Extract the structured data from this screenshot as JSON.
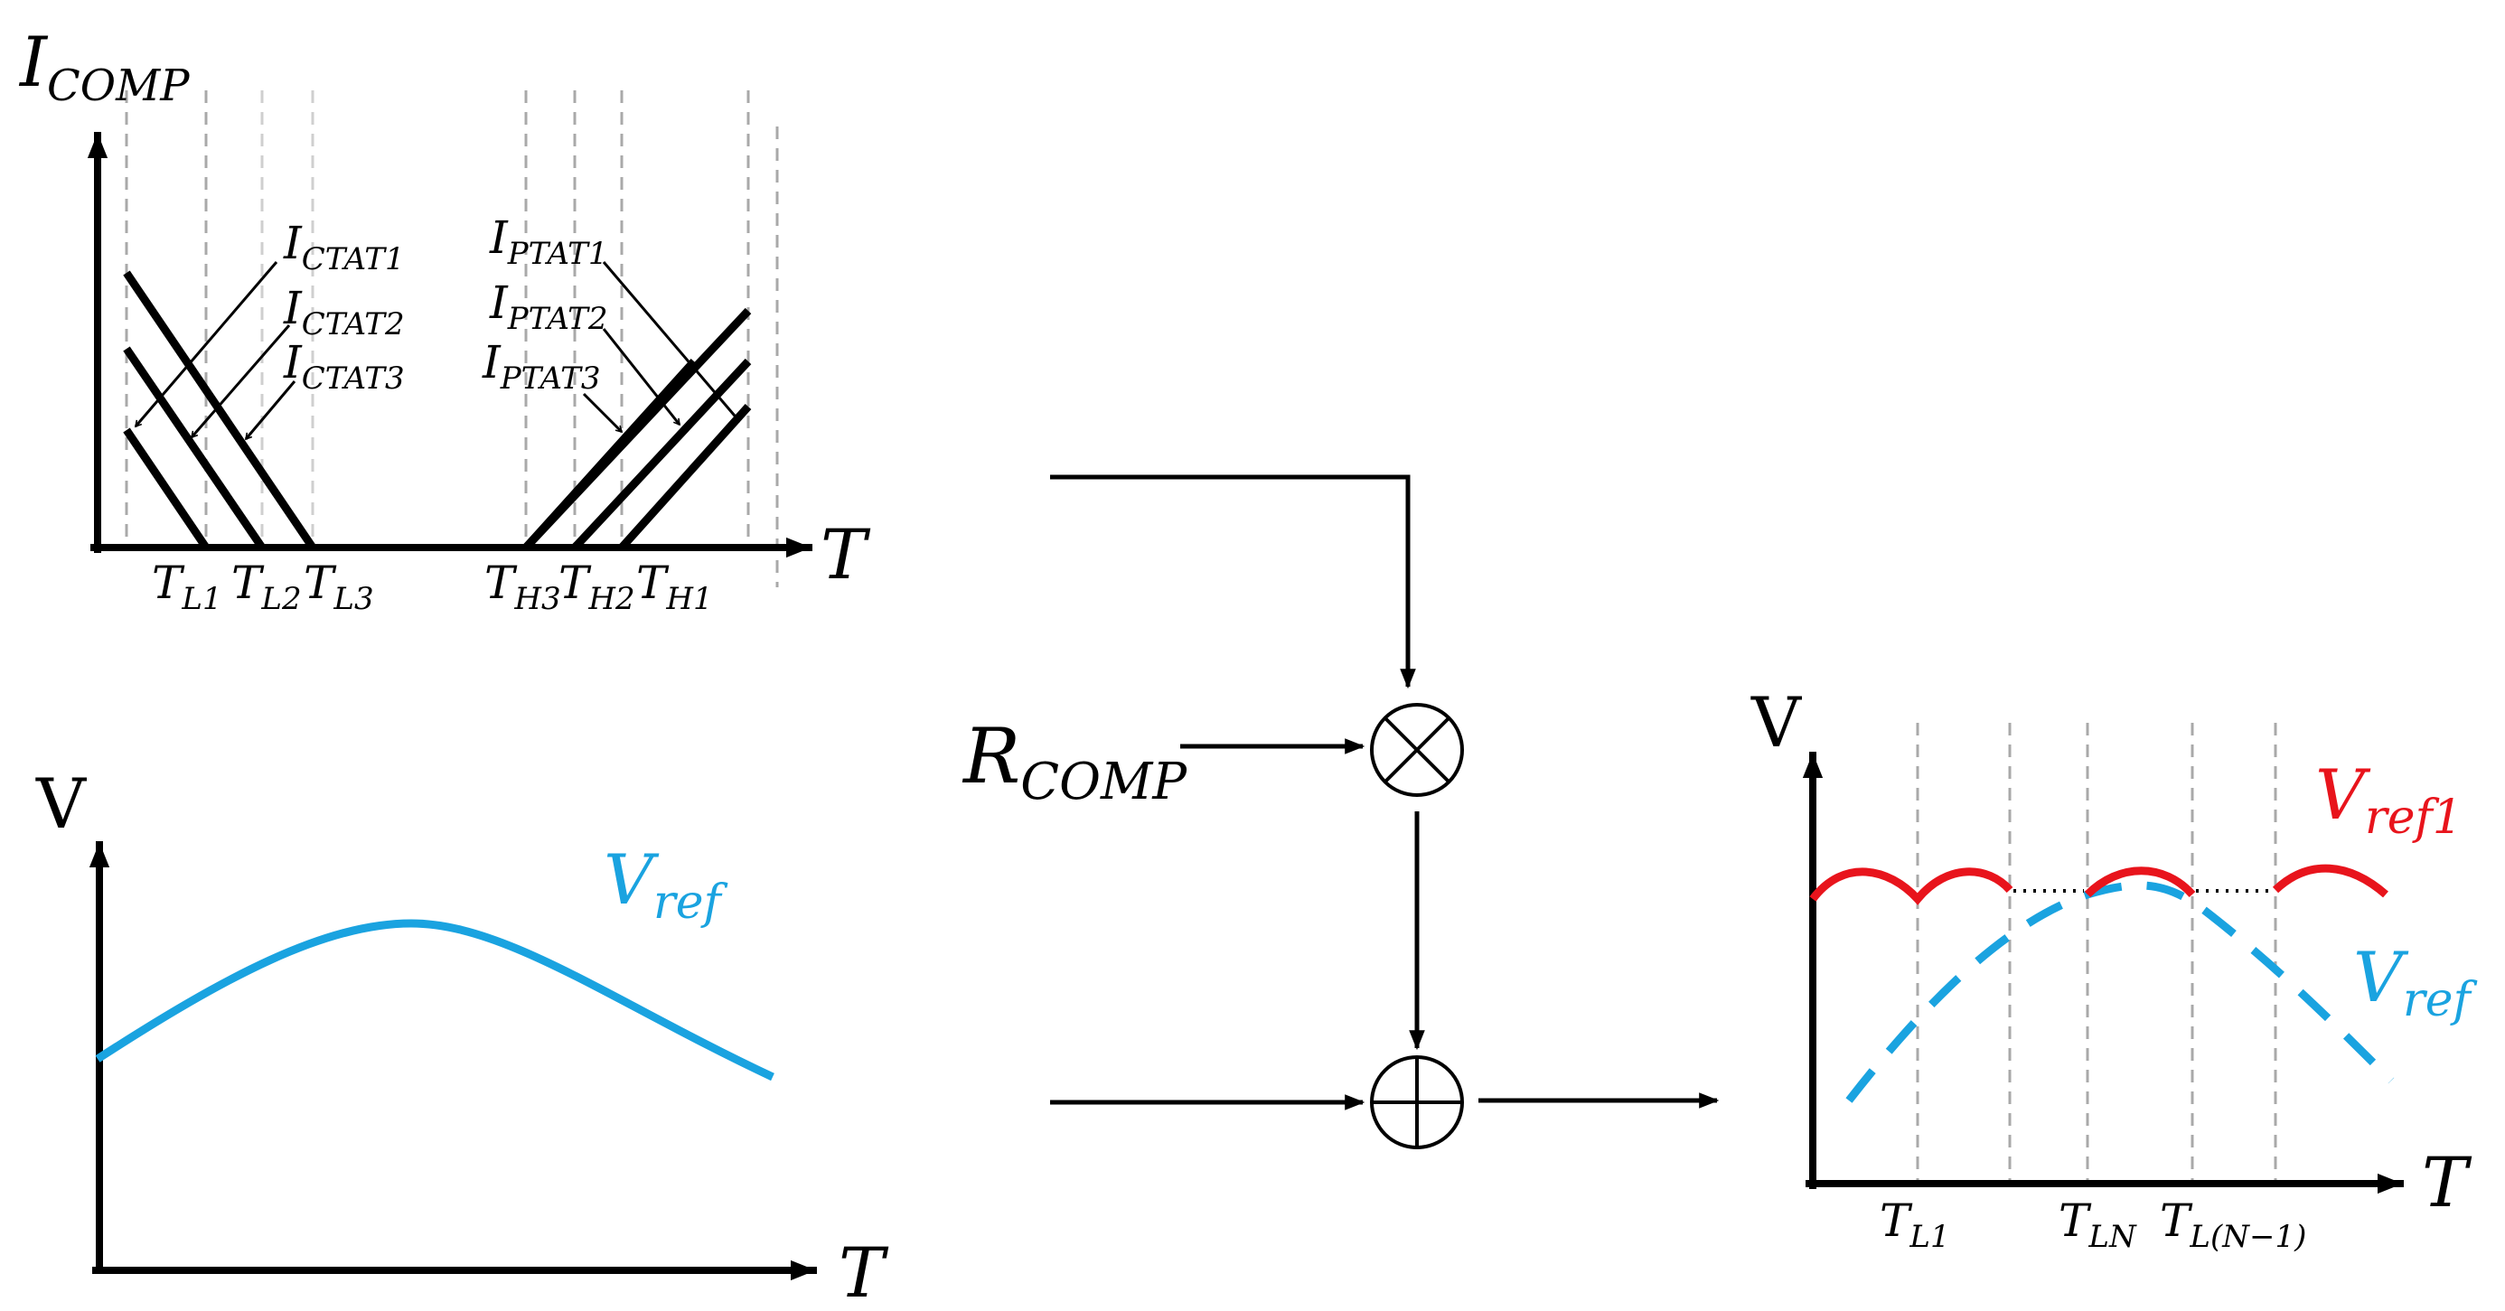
{
  "colors": {
    "blue": "#1aa3e0",
    "red": "#e8141c",
    "black": "#000000",
    "guide": "#a9a9a9"
  },
  "panel_top_left": {
    "ylabel": {
      "main": "I",
      "sub": "COMP"
    },
    "xlabel": "T",
    "ctat_labels": [
      {
        "main": "I",
        "sub": "CTAT1"
      },
      {
        "main": "I",
        "sub": "CTAT2"
      },
      {
        "main": "I",
        "sub": "CTAT3"
      }
    ],
    "ptat_labels": [
      {
        "main": "I",
        "sub": "PTAT1"
      },
      {
        "main": "I",
        "sub": "PTAT2"
      },
      {
        "main": "I",
        "sub": "PTAT3"
      }
    ],
    "tick_labels": [
      {
        "main": "T",
        "sub": "L1"
      },
      {
        "main": "T",
        "sub": "L2"
      },
      {
        "main": "T",
        "sub": "L3"
      },
      {
        "main": "T",
        "sub": "H3"
      },
      {
        "main": "T",
        "sub": "H2"
      },
      {
        "main": "T",
        "sub": "H1"
      }
    ]
  },
  "panel_bottom_left": {
    "ylabel": "V",
    "xlabel": "T",
    "curve_label": {
      "main": "V",
      "sub": "ref"
    }
  },
  "center": {
    "input_label": {
      "main": "R",
      "sub": "COMP"
    },
    "multiply_symbol": "multiply-circle",
    "add_symbol": "add-circle"
  },
  "panel_right": {
    "ylabel": "V",
    "xlabel": "T",
    "compensated_label": {
      "main": "V",
      "sub": "ref1"
    },
    "ref_label": {
      "main": "V",
      "sub": "ref"
    },
    "tick_labels": [
      {
        "main": "T",
        "sub": "L1"
      },
      {
        "main": "T",
        "sub": "LN"
      },
      {
        "main": "T",
        "sub": "L(N−1)"
      }
    ]
  }
}
